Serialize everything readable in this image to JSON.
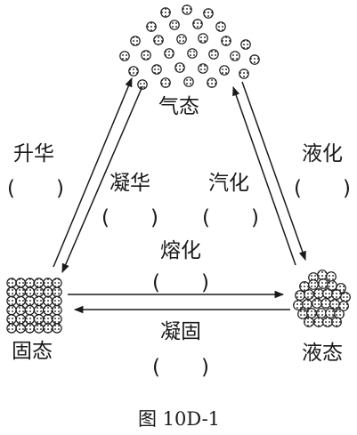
{
  "states": {
    "gas": "气态",
    "solid": "固态",
    "liquid": "液态"
  },
  "processes": {
    "sublimation": "升华",
    "deposition": "凝华",
    "vaporization": "汽化",
    "liquefaction": "液化",
    "melting": "熔化",
    "solidification": "凝固"
  },
  "blank": "(　　)",
  "caption": "图 10D-1",
  "colors": {
    "ink": "#1a1a1a",
    "particle_fill": "#9a9a9a"
  }
}
